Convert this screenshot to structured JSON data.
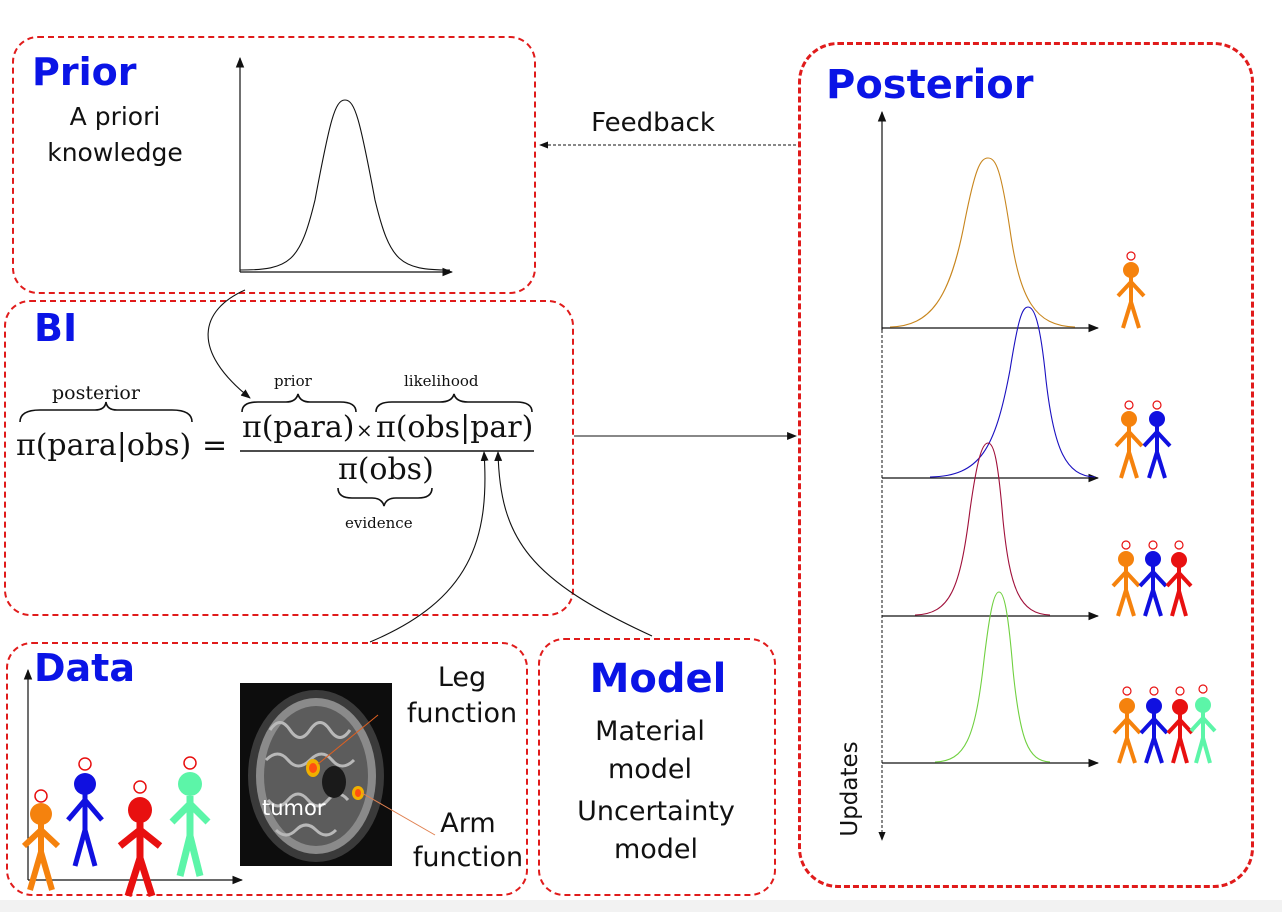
{
  "prior": {
    "title": "Prior",
    "desc_line1": "A priori",
    "desc_line2": "knowledge"
  },
  "bi": {
    "title": "BI",
    "posterior_label": "posterior",
    "prior_label": "prior",
    "likelihood_label": "likelihood",
    "evidence_label": "evidence",
    "lhs": "π(para|obs)",
    "equals": "=",
    "num_prior": "π(para)",
    "times": "×",
    "num_likelihood": "π(obs|par)",
    "denominator": "π(obs)"
  },
  "feedback": {
    "label": "Feedback"
  },
  "posterior": {
    "title": "Posterior",
    "axis_label": "Updates"
  },
  "data": {
    "title": "Data",
    "tumor_label": "tumor",
    "leg_line1": "Leg",
    "leg_line2": "function",
    "arm_line1": "Arm",
    "arm_line2": "function"
  },
  "model": {
    "title": "Model",
    "line1": "Material",
    "line2": "model",
    "line3": "Uncertainty",
    "line4": "model"
  },
  "colors": {
    "box_border": "#e01b1b",
    "title": "#0a14e6",
    "person_orange": "#f5820d",
    "person_blue": "#1010e0",
    "person_red": "#e81010",
    "person_green": "#5cf5a8",
    "curve_orange": "#c8861e",
    "curve_blue": "#1a10c0",
    "curve_red": "#a0103a",
    "curve_green": "#70d040"
  }
}
